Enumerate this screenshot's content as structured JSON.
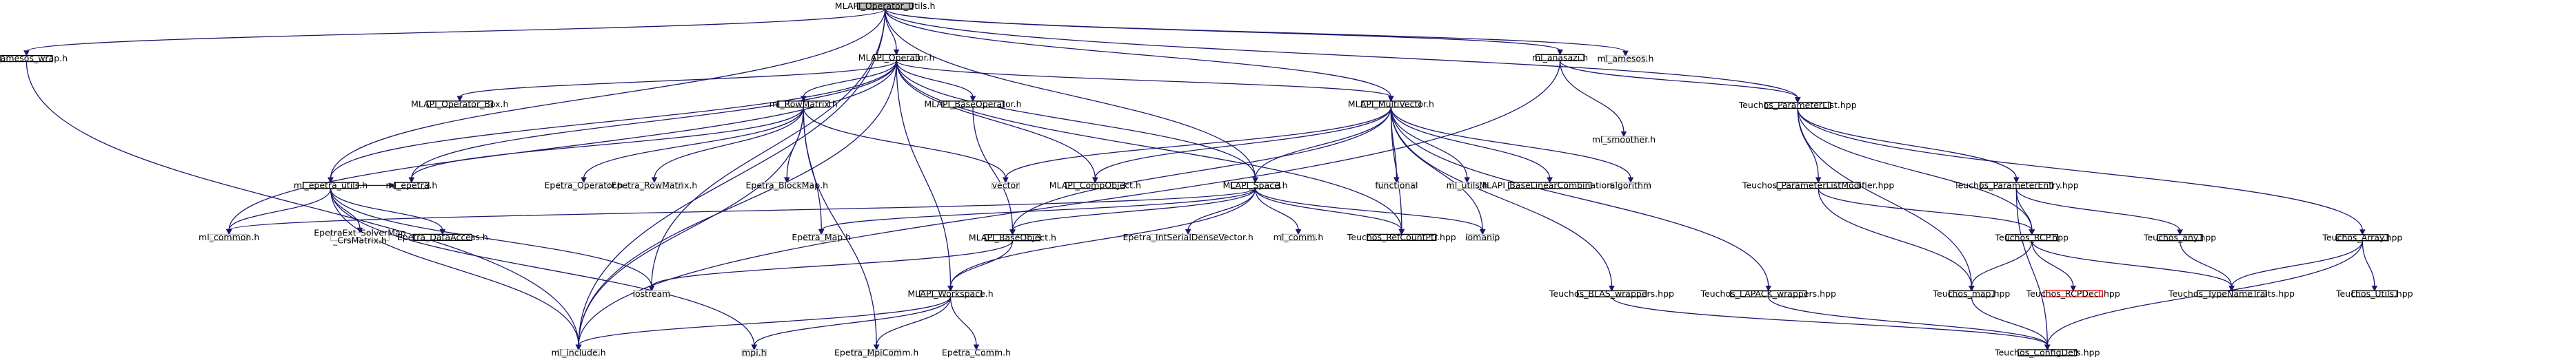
{
  "graph": {
    "nodes": [
      {
        "id": "root",
        "label": "MLAPI_Operator_Utils.h",
        "style": "root"
      },
      {
        "id": "amesos_wrap",
        "label": "ml_amesos_wrap.h",
        "style": "normal"
      },
      {
        "id": "operator",
        "label": "MLAPI_Operator.h",
        "style": "normal"
      },
      {
        "id": "anasazi",
        "label": "ml_anasazi.h",
        "style": "normal"
      },
      {
        "id": "ml_amesos",
        "label": "ml_amesos.h",
        "style": "gray"
      },
      {
        "id": "op_box",
        "label": "MLAPI_Operator_Box.h",
        "style": "normal"
      },
      {
        "id": "rowmatrix",
        "label": "ml_RowMatrix.h",
        "style": "normal"
      },
      {
        "id": "baseop",
        "label": "MLAPI_BaseOperator.h",
        "style": "normal"
      },
      {
        "id": "multivec",
        "label": "MLAPI_MultiVector.h",
        "style": "normal"
      },
      {
        "id": "smoother",
        "label": "ml_smoother.h",
        "style": "gray"
      },
      {
        "id": "paramlist",
        "label": "Teuchos_ParameterList.hpp",
        "style": "normal"
      },
      {
        "id": "epetra_utils",
        "label": "ml_epetra_utils.h",
        "style": "normal"
      },
      {
        "id": "ml_epetra",
        "label": "ml_epetra.h",
        "style": "normal"
      },
      {
        "id": "epetra_operator",
        "label": "Epetra_Operator.h",
        "style": "gray"
      },
      {
        "id": "epetra_rowmatrix",
        "label": "Epetra_RowMatrix.h",
        "style": "gray"
      },
      {
        "id": "epetra_blockmap",
        "label": "Epetra_BlockMap.h",
        "style": "gray"
      },
      {
        "id": "vector",
        "label": "vector",
        "style": "gray"
      },
      {
        "id": "compobject",
        "label": "MLAPI_CompObject.h",
        "style": "normal"
      },
      {
        "id": "space",
        "label": "MLAPI_Space.h",
        "style": "normal"
      },
      {
        "id": "functional",
        "label": "functional",
        "style": "gray"
      },
      {
        "id": "ml_utils",
        "label": "ml_utils.h",
        "style": "gray"
      },
      {
        "id": "baselincomb",
        "label": "MLAPI_BaseLinearCombination.h",
        "style": "normal"
      },
      {
        "id": "algorithm",
        "label": "algorithm",
        "style": "gray"
      },
      {
        "id": "plm",
        "label": "Teuchos_ParameterListModifier.hpp",
        "style": "normal"
      },
      {
        "id": "paramentry",
        "label": "Teuchos_ParameterEntry.hpp",
        "style": "normal"
      },
      {
        "id": "ml_common",
        "label": "ml_common.h",
        "style": "gray"
      },
      {
        "id": "solvermap",
        "label": "EpetraExt_SolverMap\n_CrsMatrix.h",
        "style": "gray"
      },
      {
        "id": "dataaccess",
        "label": "Epetra_DataAccess.h",
        "style": "normal"
      },
      {
        "id": "epetra_map",
        "label": "Epetra_Map.h",
        "style": "gray"
      },
      {
        "id": "intserial",
        "label": "Epetra_IntSerialDenseVector.h",
        "style": "gray"
      },
      {
        "id": "ml_comm",
        "label": "ml_comm.h",
        "style": "gray"
      },
      {
        "id": "rcpptr",
        "label": "Teuchos_RefCountPtr.hpp",
        "style": "normal"
      },
      {
        "id": "iomanip",
        "label": "iomanip",
        "style": "gray"
      },
      {
        "id": "baseobject",
        "label": "MLAPI_BaseObject.h",
        "style": "normal"
      },
      {
        "id": "iostream",
        "label": "iostream",
        "style": "gray"
      },
      {
        "id": "workspace",
        "label": "MLAPI_Workspace.h",
        "style": "normal"
      },
      {
        "id": "blas",
        "label": "Teuchos_BLAS_wrappers.hpp",
        "style": "normal"
      },
      {
        "id": "lapack",
        "label": "Teuchos_LAPACK_wrappers.hpp",
        "style": "normal"
      },
      {
        "id": "rcp",
        "label": "Teuchos_RCP.hpp",
        "style": "normal"
      },
      {
        "id": "any",
        "label": "Teuchos_any.hpp",
        "style": "normal"
      },
      {
        "id": "array",
        "label": "Teuchos_Array.hpp",
        "style": "normal"
      },
      {
        "id": "map",
        "label": "Teuchos_map.hpp",
        "style": "normal"
      },
      {
        "id": "rcpdecl",
        "label": "Teuchos_RCPDecl.hpp",
        "style": "red"
      },
      {
        "id": "tnt",
        "label": "Teuchos_TypeNameTraits.hpp",
        "style": "normal"
      },
      {
        "id": "tutils",
        "label": "Teuchos_Utils.hpp",
        "style": "normal"
      },
      {
        "id": "ml_include",
        "label": "ml_include.h",
        "style": "gray"
      },
      {
        "id": "mpi",
        "label": "mpi.h",
        "style": "gray"
      },
      {
        "id": "mpicomm",
        "label": "Epetra_MpiComm.h",
        "style": "gray"
      },
      {
        "id": "epetra_comm",
        "label": "Epetra_Comm.h",
        "style": "gray"
      },
      {
        "id": "configdefs",
        "label": "Teuchos_ConfigDefs.hpp",
        "style": "normal"
      }
    ],
    "edges": [
      [
        "root",
        "amesos_wrap"
      ],
      [
        "root",
        "operator"
      ],
      [
        "root",
        "anasazi"
      ],
      [
        "root",
        "ml_amesos"
      ],
      [
        "root",
        "multivec"
      ],
      [
        "root",
        "space"
      ],
      [
        "root",
        "epetra_utils"
      ],
      [
        "root",
        "iostream"
      ],
      [
        "root",
        "ml_include"
      ],
      [
        "root",
        "paramlist"
      ],
      [
        "amesos_wrap",
        "ml_include"
      ],
      [
        "operator",
        "op_box"
      ],
      [
        "operator",
        "rowmatrix"
      ],
      [
        "operator",
        "baseop"
      ],
      [
        "operator",
        "multivec"
      ],
      [
        "operator",
        "compobject"
      ],
      [
        "operator",
        "space"
      ],
      [
        "operator",
        "epetra_utils"
      ],
      [
        "operator",
        "ml_epetra"
      ],
      [
        "operator",
        "ml_common"
      ],
      [
        "operator",
        "workspace"
      ],
      [
        "operator",
        "rcpptr"
      ],
      [
        "operator",
        "ml_include"
      ],
      [
        "anasazi",
        "smoother"
      ],
      [
        "anasazi",
        "paramlist"
      ],
      [
        "anasazi",
        "ml_include"
      ],
      [
        "rowmatrix",
        "epetra_operator"
      ],
      [
        "rowmatrix",
        "epetra_rowmatrix"
      ],
      [
        "rowmatrix",
        "epetra_blockmap"
      ],
      [
        "rowmatrix",
        "vector"
      ],
      [
        "rowmatrix",
        "ml_epetra"
      ],
      [
        "rowmatrix",
        "epetra_map"
      ],
      [
        "rowmatrix",
        "mpicomm"
      ],
      [
        "rowmatrix",
        "ml_include"
      ],
      [
        "baseop",
        "baseobject"
      ],
      [
        "multivec",
        "vector"
      ],
      [
        "multivec",
        "compobject"
      ],
      [
        "multivec",
        "space"
      ],
      [
        "multivec",
        "functional"
      ],
      [
        "multivec",
        "ml_utils"
      ],
      [
        "multivec",
        "baselincomb"
      ],
      [
        "multivec",
        "algorithm"
      ],
      [
        "multivec",
        "rcpptr"
      ],
      [
        "multivec",
        "iomanip"
      ],
      [
        "multivec",
        "baseobject"
      ],
      [
        "multivec",
        "blas"
      ],
      [
        "multivec",
        "lapack"
      ],
      [
        "paramlist",
        "plm"
      ],
      [
        "paramlist",
        "paramentry"
      ],
      [
        "paramlist",
        "rcp"
      ],
      [
        "paramlist",
        "map"
      ],
      [
        "paramlist",
        "array"
      ],
      [
        "epetra_utils",
        "ml_common"
      ],
      [
        "epetra_utils",
        "ml_epetra"
      ],
      [
        "epetra_utils",
        "solvermap"
      ],
      [
        "epetra_utils",
        "dataaccess"
      ],
      [
        "epetra_utils",
        "iostream"
      ],
      [
        "epetra_utils",
        "ml_include"
      ],
      [
        "epetra_utils",
        "mpi"
      ],
      [
        "space",
        "ml_common"
      ],
      [
        "space",
        "epetra_map"
      ],
      [
        "space",
        "intserial"
      ],
      [
        "space",
        "ml_comm"
      ],
      [
        "space",
        "rcpptr"
      ],
      [
        "space",
        "iomanip"
      ],
      [
        "space",
        "baseobject"
      ],
      [
        "space",
        "workspace"
      ],
      [
        "plm",
        "rcp"
      ],
      [
        "plm",
        "map"
      ],
      [
        "paramentry",
        "rcp"
      ],
      [
        "paramentry",
        "any"
      ],
      [
        "paramentry",
        "configdefs"
      ],
      [
        "baseobject",
        "iostream"
      ],
      [
        "baseobject",
        "workspace"
      ],
      [
        "workspace",
        "ml_include"
      ],
      [
        "workspace",
        "mpi"
      ],
      [
        "workspace",
        "mpicomm"
      ],
      [
        "workspace",
        "epetra_comm"
      ],
      [
        "blas",
        "configdefs"
      ],
      [
        "lapack",
        "configdefs"
      ],
      [
        "rcp",
        "rcpdecl"
      ],
      [
        "rcp",
        "map"
      ],
      [
        "rcp",
        "tnt"
      ],
      [
        "any",
        "tnt"
      ],
      [
        "array",
        "tnt"
      ],
      [
        "array",
        "tutils"
      ],
      [
        "array",
        "configdefs"
      ],
      [
        "map",
        "configdefs"
      ]
    ]
  }
}
